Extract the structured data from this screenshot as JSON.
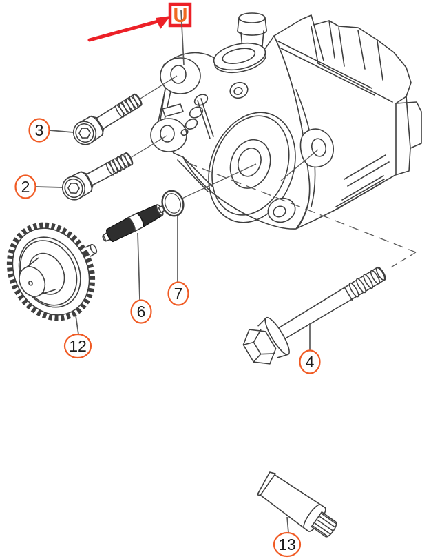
{
  "diagram": {
    "highlight": {
      "label": "U",
      "box_color": "#ec2027",
      "arrow_color": "#ec2027",
      "symbol_color": "#f06a22"
    },
    "style": {
      "line_color": "#3f3f3f",
      "thin_line_color": "#5a5a5a",
      "callout_ring_color": "#f05a23",
      "callout_text_color": "#1c1c1c",
      "background": "#ffffff"
    },
    "callouts": [
      {
        "label": "3"
      },
      {
        "label": "2"
      },
      {
        "label": "12"
      },
      {
        "label": "6"
      },
      {
        "label": "7"
      },
      {
        "label": "4"
      },
      {
        "label": "13"
      }
    ]
  }
}
